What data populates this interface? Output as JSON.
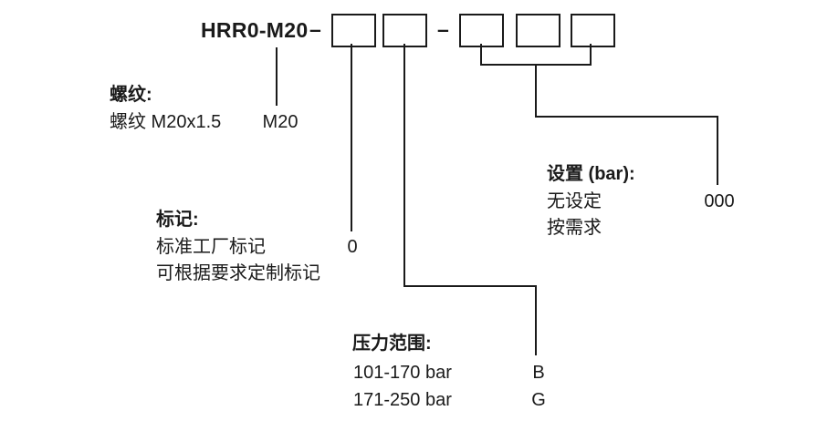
{
  "colors": {
    "ink": "#1a1a1a",
    "background": "#ffffff"
  },
  "ordering_code": {
    "model": "HRR0-M20",
    "separator": "–",
    "box_count": 5
  },
  "sections": {
    "thread": {
      "heading": "螺纹:",
      "rows": [
        {
          "label": "螺纹 M20x1.5",
          "value": "M20"
        }
      ]
    },
    "marking": {
      "heading": "标记:",
      "rows": [
        {
          "label": "标准工厂标记",
          "value": "0"
        },
        {
          "label": "可根据要求定制标记",
          "value": ""
        }
      ]
    },
    "pressure_range": {
      "heading": "压力范围:",
      "rows": [
        {
          "label": "101-170 bar",
          "value": "B"
        },
        {
          "label": "171-250 bar",
          "value": "G"
        }
      ]
    },
    "setting": {
      "heading": "设置 (bar):",
      "rows": [
        {
          "label": "无设定",
          "value": "000"
        },
        {
          "label": "按需求",
          "value": ""
        }
      ]
    }
  }
}
